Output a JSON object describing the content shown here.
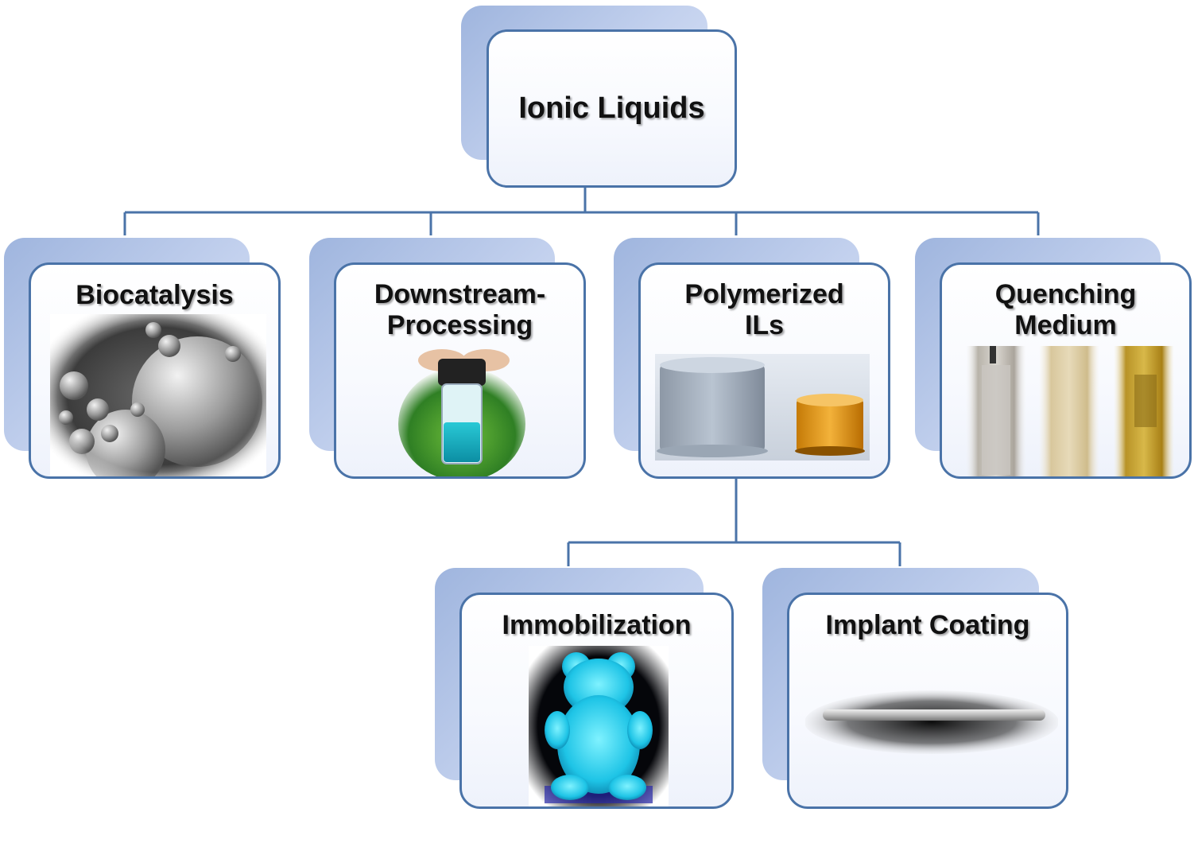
{
  "root": {
    "label": "Ionic Liquids"
  },
  "nodes": [
    {
      "id": "biocatalysis",
      "label": "Biocatalysis",
      "image": "sem-microparticles-image"
    },
    {
      "id": "downstream",
      "label": "Downstream-\nProcessing",
      "image": "vial-blue-liquid-image"
    },
    {
      "id": "polymerized",
      "label": "Polymerized\nILs",
      "image": "polymer-cylinders-image"
    },
    {
      "id": "quenching",
      "label": "Quenching\nMedium",
      "image": "quenched-samples-image"
    },
    {
      "id": "immobilization",
      "label": "Immobilization",
      "image": "glowing-gummy-bear-image"
    },
    {
      "id": "implant",
      "label": "Implant Coating",
      "image": "coated-implant-rod-image"
    }
  ],
  "colors": {
    "connector": "#4a73a8",
    "border": "#4a73a8",
    "shadow": "#a9bde3"
  }
}
